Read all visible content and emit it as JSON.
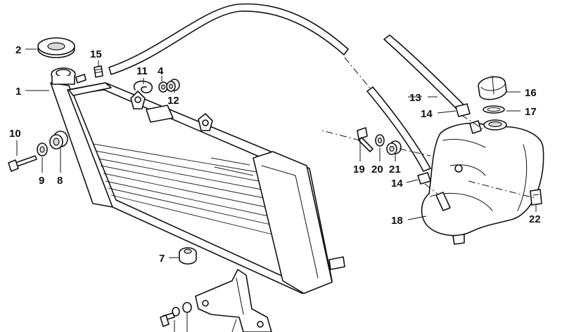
{
  "callouts": {
    "c1": "1",
    "c2": "2",
    "c4": "4",
    "c7": "7",
    "c8": "8",
    "c9": "9",
    "c10": "10",
    "c11": "11",
    "c12": "12",
    "c13": "13",
    "c14a": "14",
    "c14b": "14",
    "c15": "15",
    "c16": "16",
    "c17": "17",
    "c18": "18",
    "c19": "19",
    "c20": "20",
    "c21": "21",
    "c22": "22"
  }
}
